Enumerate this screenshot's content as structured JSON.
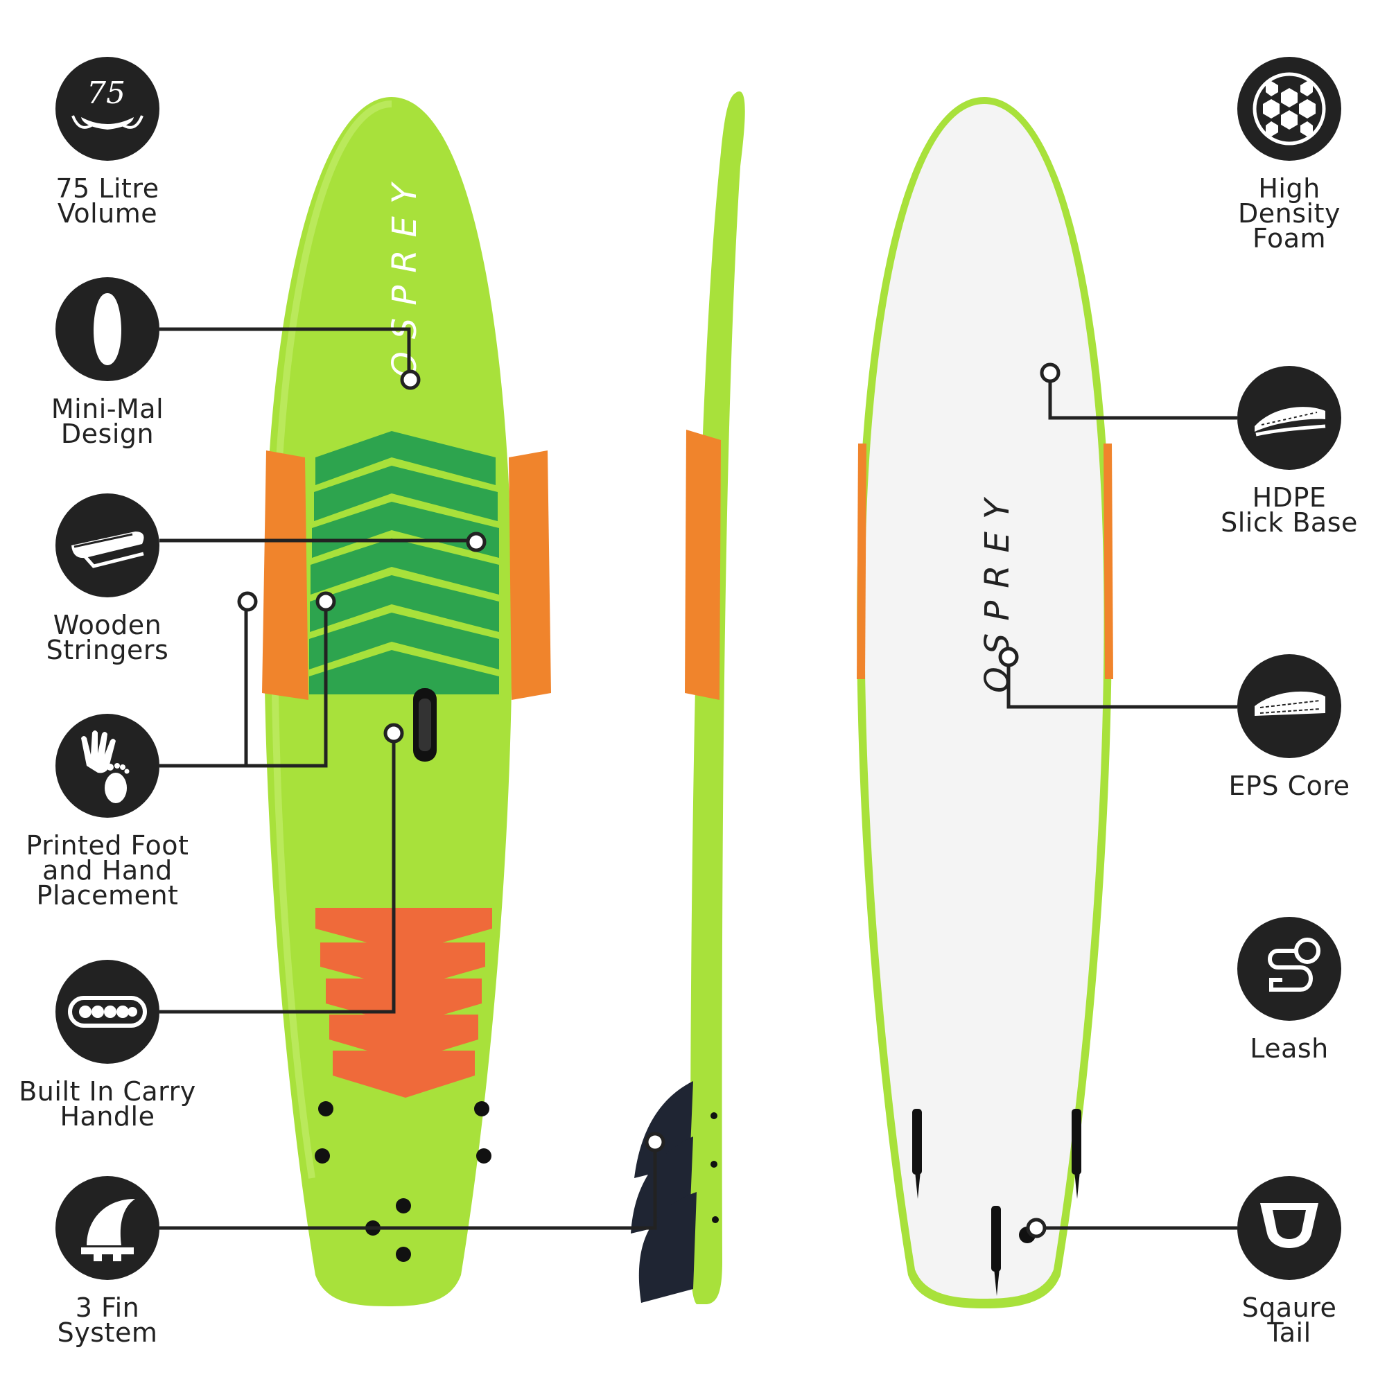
{
  "brand": {
    "deck_logo": "OSPREY",
    "bottom_logo": "OSPREY"
  },
  "colors": {
    "deck_green": "#a8e13b",
    "deck_green_light": "#b5e84a",
    "traction_green": "#2da44e",
    "rail_orange": "#f0842c",
    "tail_pad_orange": "#ef6a3a",
    "bottom_white": "#f4f4f4",
    "icon_dark": "#222222"
  },
  "features_left": [
    {
      "id": "volume",
      "icon": "volume-75-icon",
      "badge_text": "75",
      "lines": [
        "75 Litre",
        "Volume"
      ]
    },
    {
      "id": "minimal",
      "icon": "board-outline-icon",
      "lines": [
        "Mini-Mal",
        "Design"
      ]
    },
    {
      "id": "stringers",
      "icon": "stringer-plank-icon",
      "lines": [
        "Wooden",
        "Stringers"
      ]
    },
    {
      "id": "placement",
      "icon": "hand-foot-icon",
      "lines": [
        "Printed Foot",
        "and Hand",
        "Placement"
      ]
    },
    {
      "id": "handle",
      "icon": "carry-handle-icon",
      "lines": [
        "Built In Carry",
        "Handle"
      ]
    },
    {
      "id": "fins",
      "icon": "fin-icon",
      "lines": [
        "3 Fin",
        "System"
      ]
    }
  ],
  "features_right": [
    {
      "id": "foam",
      "icon": "hexagon-foam-icon",
      "lines": [
        "High",
        "Density",
        "Foam"
      ]
    },
    {
      "id": "hdpe",
      "icon": "slick-base-icon",
      "lines": [
        "HDPE",
        "Slick Base"
      ]
    },
    {
      "id": "eps",
      "icon": "eps-core-icon",
      "lines": [
        "EPS Core"
      ]
    },
    {
      "id": "leash",
      "icon": "leash-icon",
      "lines": [
        "Leash"
      ]
    },
    {
      "id": "tail",
      "icon": "square-tail-icon",
      "lines": [
        "Sqaure",
        "Tail"
      ]
    }
  ]
}
